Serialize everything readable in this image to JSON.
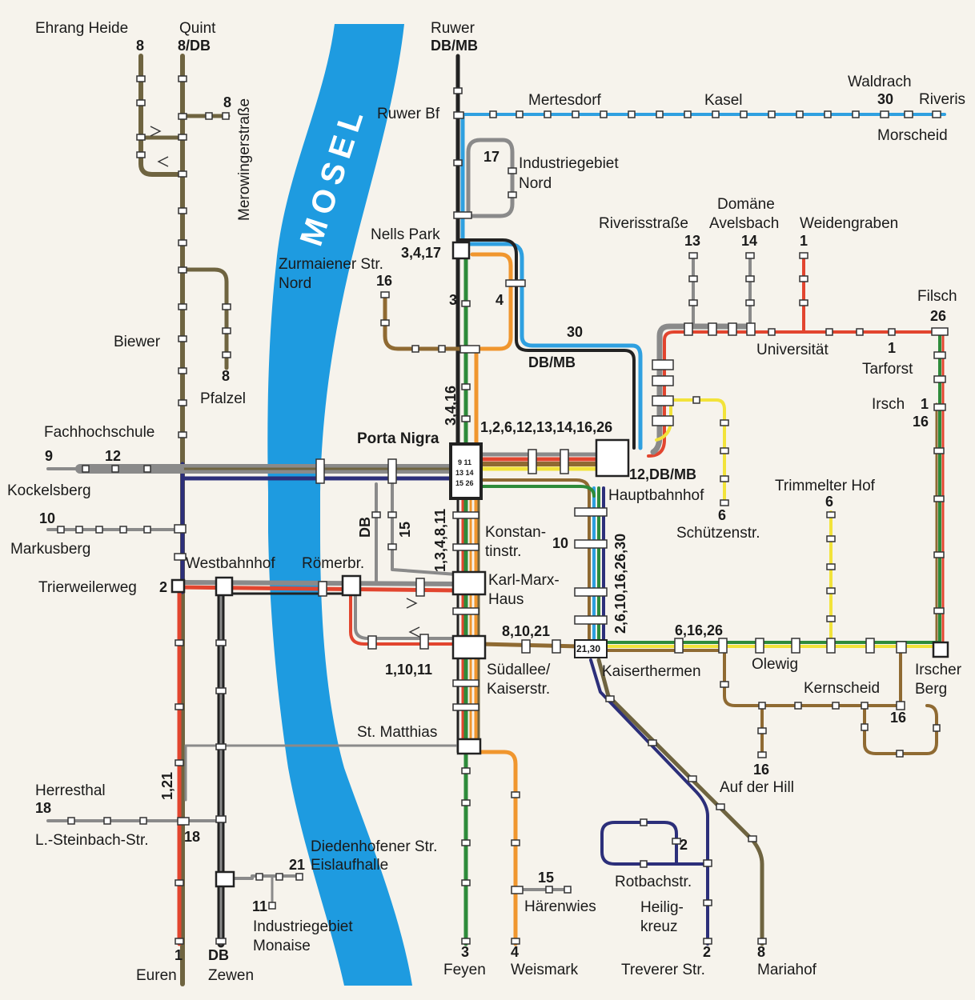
{
  "colors": {
    "water": "#1e9be0",
    "paper": "#f6f3ec",
    "line_red": "#e2452f",
    "line_green": "#2e8b3a",
    "line_orange": "#f0962e",
    "line_brown": "#8f6a32",
    "line_olive": "#6f6440",
    "line_navy": "#2c2f7a",
    "line_lightblue": "#2fa0e0",
    "line_yellow": "#f2e33a",
    "line_gray": "#8a8a8a",
    "line_black": "#222222"
  },
  "river_name": "MOSEL",
  "stops": {
    "ehrang_heide": "Ehrang Heide",
    "quint": "Quint",
    "merowingerstrasse": "Merowingerstraße",
    "ruwer": "Ruwer",
    "ruwer_bf": "Ruwer Bf",
    "mertesdorf": "Mertesdorf",
    "kasel": "Kasel",
    "waldrach": "Waldrach",
    "riveris": "Riveris",
    "morscheid": "Morscheid",
    "industriegebiet_nord_1": "Industriegebiet",
    "industriegebiet_nord_2": "Nord",
    "nells_park": "Nells Park",
    "zurmaiener_1": "Zurmaiener Str.",
    "zurmaiener_2": "Nord",
    "riverisstrasse": "Riverisstraße",
    "domaene_1": "Domäne",
    "domaene_2": "Avelsbach",
    "weidengraben": "Weidengraben",
    "filsch": "Filsch",
    "universitaet": "Universität",
    "tarforst": "Tarforst",
    "irsch": "Irsch",
    "biewer": "Biewer",
    "pfalzel": "Pfalzel",
    "fachhochschule": "Fachhochschule",
    "kockelsberg": "Kockelsberg",
    "markusberg": "Markusberg",
    "porta_nigra": "Porta Nigra",
    "hauptbahnhof": "Hauptbahnhof",
    "schuetzenstr": "Schützenstr.",
    "trimmelter_hof": "Trimmelter Hof",
    "westbahnhof": "Westbahnhof",
    "roemerbr": "Römerbr.",
    "trierweilerweg": "Trierweilerweg",
    "konstantin_1": "Konstan-",
    "konstantin_2": "tinstr.",
    "karl_marx_1": "Karl-Marx-",
    "karl_marx_2": "Haus",
    "suedallee_1": "Südallee/",
    "suedallee_2": "Kaiserstr.",
    "kaiserthermen": "Kaiserthermen",
    "olewig": "Olewig",
    "kernscheid": "Kernscheid",
    "irscher_berg_1": "Irscher",
    "irscher_berg_2": "Berg",
    "auf_der_hill": "Auf der Hill",
    "st_matthias": "St. Matthias",
    "herresthal": "Herresthal",
    "l_steinbach": "L.-Steinbach-Str.",
    "diedenhofener": "Diedenhofener Str.",
    "eislaufhalle": "Eislaufhalle",
    "industriegebiet_monaise_1": "Industriegebiet",
    "industriegebiet_monaise_2": "Monaise",
    "haerenwies": "Härenwies",
    "rotbachstr": "Rotbachstr.",
    "heiligkreuz_1": "Heilig-",
    "heiligkreuz_2": "kreuz",
    "euren": "Euren",
    "zewen": "Zewen",
    "feyen": "Feyen",
    "weismark": "Weismark",
    "treverer": "Treverer Str.",
    "mariahof": "Mariahof"
  },
  "line_labels": {
    "ehrang_heide": "8",
    "quint": "8/DB",
    "merowinger": "8",
    "ruwer": "DB/MB",
    "waldrach": "30",
    "ind_nord": "17",
    "nells_park": "3,4,17",
    "zurmaiener": "16",
    "branch_3": "3",
    "branch_4": "4",
    "line_30": "30",
    "db_mb_mid": "DB/MB",
    "riverisstrasse": "13",
    "domaene": "14",
    "weidengraben": "1",
    "filsch": "26",
    "tarforst": "1",
    "irsch_a": "1",
    "irsch_b": "16",
    "pfalzel": "8",
    "kockelsberg": "9",
    "kockelsberg_b": "12",
    "markusberg": "10",
    "vert_3416": "3,4,16",
    "trunk_east": "1,2,6,12,13,14,16,26",
    "hbf_east": "12,DB/MB",
    "schuetzen": "6",
    "trimmelter": "6",
    "db_vert": "DB",
    "line_15": "15",
    "vert_13481": "1,3,4,8,11",
    "konstantin": "10",
    "vert_2610": "2,6,10,16,26,30",
    "suedallee": "8,10,21",
    "kaiser_box": "21,30",
    "olewig_lines": "6,16,26",
    "roemer_south": "1,10,11",
    "trierweilerweg": "2",
    "kernscheid": "16",
    "auf_der_hill": "16",
    "vert_121": "1,21",
    "herresthal": "18",
    "l_steinbach": "18",
    "eislaufhalle": "21",
    "monaise": "11",
    "haerenwies": "15",
    "rotbach": "2",
    "euren": "1",
    "zewen": "DB",
    "feyen": "3",
    "weismark": "4",
    "treverer": "2",
    "mariahof": "8"
  },
  "porta_box": [
    "9 11",
    "13 14",
    "15 26"
  ]
}
